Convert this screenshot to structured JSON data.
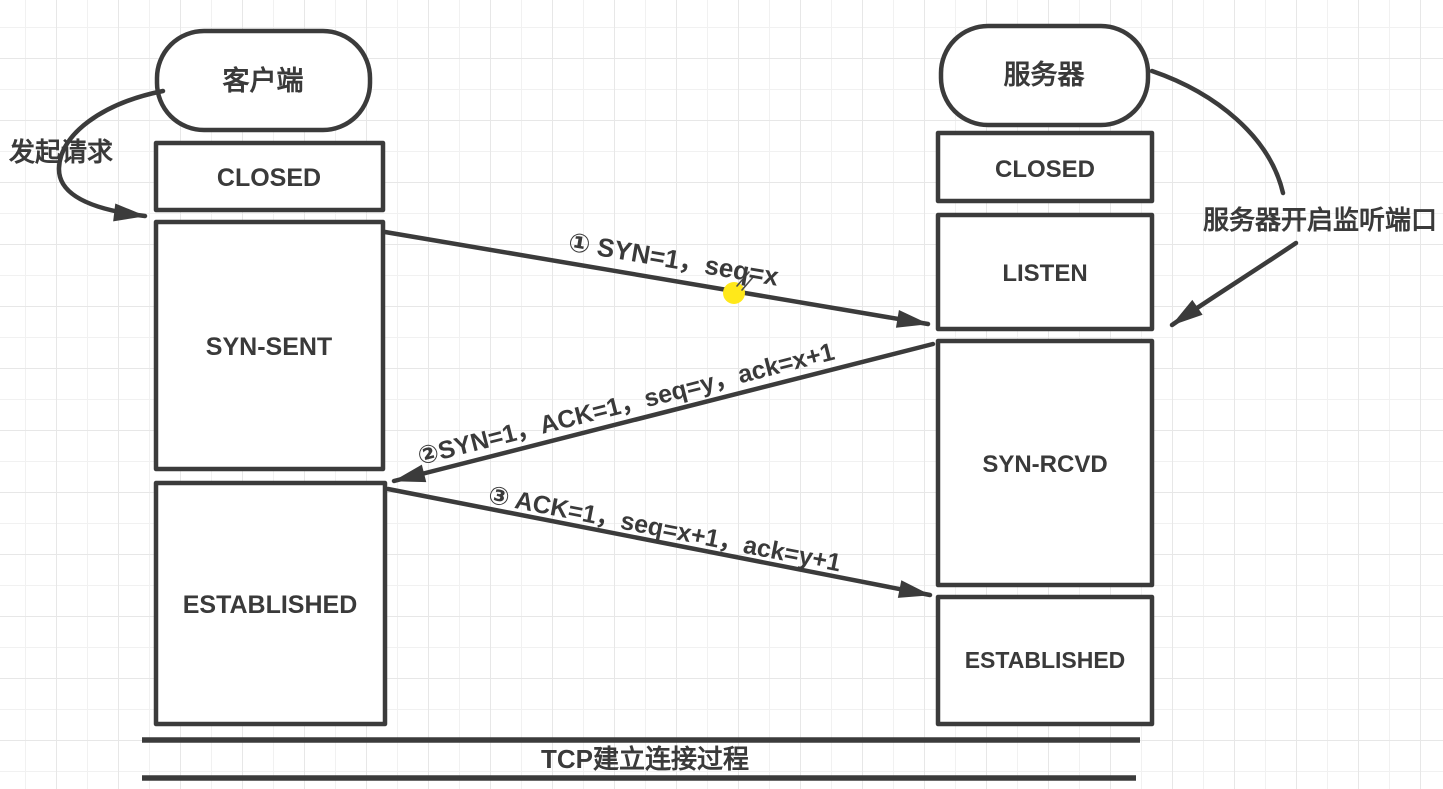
{
  "diagram": {
    "title": "TCP建立连接过程",
    "client": {
      "title": "客户端",
      "annotation": "发起请求",
      "states": {
        "closed": "CLOSED",
        "syn_sent": "SYN-SENT",
        "established": "ESTABLISHED"
      }
    },
    "server": {
      "title": "服务器",
      "annotation": "服务器开启监听端口",
      "states": {
        "closed": "CLOSED",
        "listen": "LISTEN",
        "syn_rcvd": "SYN-RCVD",
        "established": "ESTABLISHED"
      }
    },
    "messages": {
      "m1": "① SYN=1，seq=x",
      "m2": "②SYN=1，ACK=1，seq=y，ack=x+1",
      "m3": "③ ACK=1，seq=x+1，ack=y+1"
    },
    "colors": {
      "stroke": "#3b3b3b",
      "background": "#ffffff",
      "grid_minor": "#f1f1f1",
      "grid_major": "#e7e7e7",
      "highlight_dot": "#ffe81a"
    }
  }
}
